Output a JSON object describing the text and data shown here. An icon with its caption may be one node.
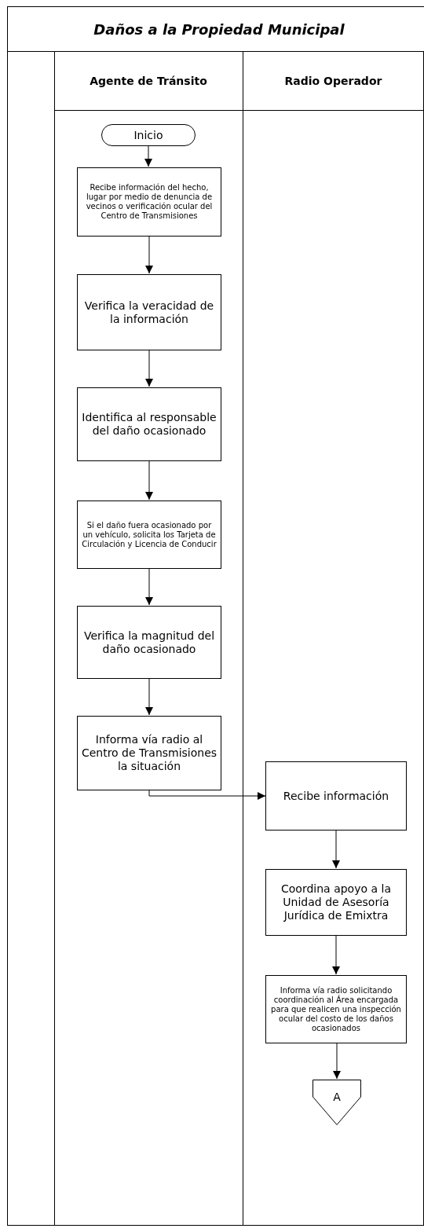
{
  "diagram": {
    "title": "Daños a la Propiedad Municipal",
    "nodes": [
      {
        "text": [
          "Agente de Tránsito"
        ]
      },
      {
        "text": [
          "Radio Operador"
        ]
      },
      {
        "text": [
          "Inicio"
        ],
        "in": 0
      },
      {
        "text": [
          "Recibe información del hecho, lugar por medio de denuncia de vecinos o verificación ocular del Centro de Transmisiones"
        ],
        "in": 0
      },
      {
        "text": [
          "Verifica la veracidad de la información"
        ],
        "in": 0
      },
      {
        "text": [
          "Identifica al responsable del daño ocasionado"
        ],
        "in": 0
      },
      {
        "text": [
          "Si el daño fuera ocasionado por un vehículo, solicita los Tarjeta de Circulación y Licencia de Conducir"
        ],
        "in": 0
      },
      {
        "text": [
          "Verifica la magnitud del daño ocasionado"
        ],
        "in": 0
      },
      {
        "text": [
          "Informa vía radio al Centro de Transmisiones la situación"
        ],
        "in": 0
      },
      {
        "text": [
          "Recibe información"
        ],
        "in": 1
      },
      {
        "text": [
          "Coordina apoyo a la Unidad de Asesoría Jurídica de Emixtra"
        ],
        "in": 1
      },
      {
        "text": [
          "Informa vía radio solicitando coordinación al Área encargada para que realicen una inspección ocular del costo de los daños ocasionados"
        ],
        "in": 1
      },
      {
        "text": [
          "A"
        ],
        "in": 1
      }
    ],
    "edges": [
      {
        "from": 2,
        "to": 3,
        "arrow": "to"
      },
      {
        "from": 3,
        "to": 4,
        "arrow": "to"
      },
      {
        "from": 4,
        "to": 5,
        "arrow": "to"
      },
      {
        "from": 5,
        "to": 6,
        "arrow": "to"
      },
      {
        "from": 6,
        "to": 7,
        "arrow": "to"
      },
      {
        "from": 7,
        "to": 8,
        "arrow": "to"
      },
      {
        "from": 8,
        "to": 9,
        "arrow": "to"
      },
      {
        "from": 9,
        "to": 10,
        "arrow": "to"
      },
      {
        "from": 10,
        "to": 11,
        "arrow": "to"
      },
      {
        "from": 11,
        "to": 12,
        "arrow": "to"
      }
    ]
  }
}
